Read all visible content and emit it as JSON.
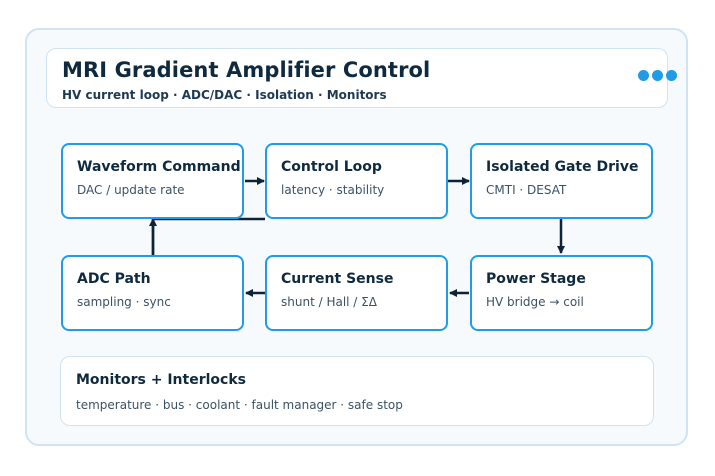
{
  "header": {
    "title": "MRI Gradient Amplifier Control",
    "subtitle": "HV current loop · ADC/DAC · Isolation · Monitors",
    "menu_icon": "more-horizontal-icon",
    "accent_color": "#1f9be8"
  },
  "blocks": {
    "waveform": {
      "title": "Waveform Command",
      "sub": "DAC / update rate"
    },
    "control": {
      "title": "Control Loop",
      "sub": "latency · stability"
    },
    "gate": {
      "title": "Isolated Gate Drive",
      "sub": "CMTI · DESAT"
    },
    "adc": {
      "title": "ADC Path",
      "sub": "sampling · sync"
    },
    "sense": {
      "title": "Current Sense",
      "sub": "shunt / Hall / ΣΔ"
    },
    "power": {
      "title": "Power Stage",
      "sub": "HV bridge → coil"
    }
  },
  "monitors": {
    "title": "Monitors + Interlocks",
    "sub": "temperature · bus · coolant · fault manager · safe stop"
  }
}
